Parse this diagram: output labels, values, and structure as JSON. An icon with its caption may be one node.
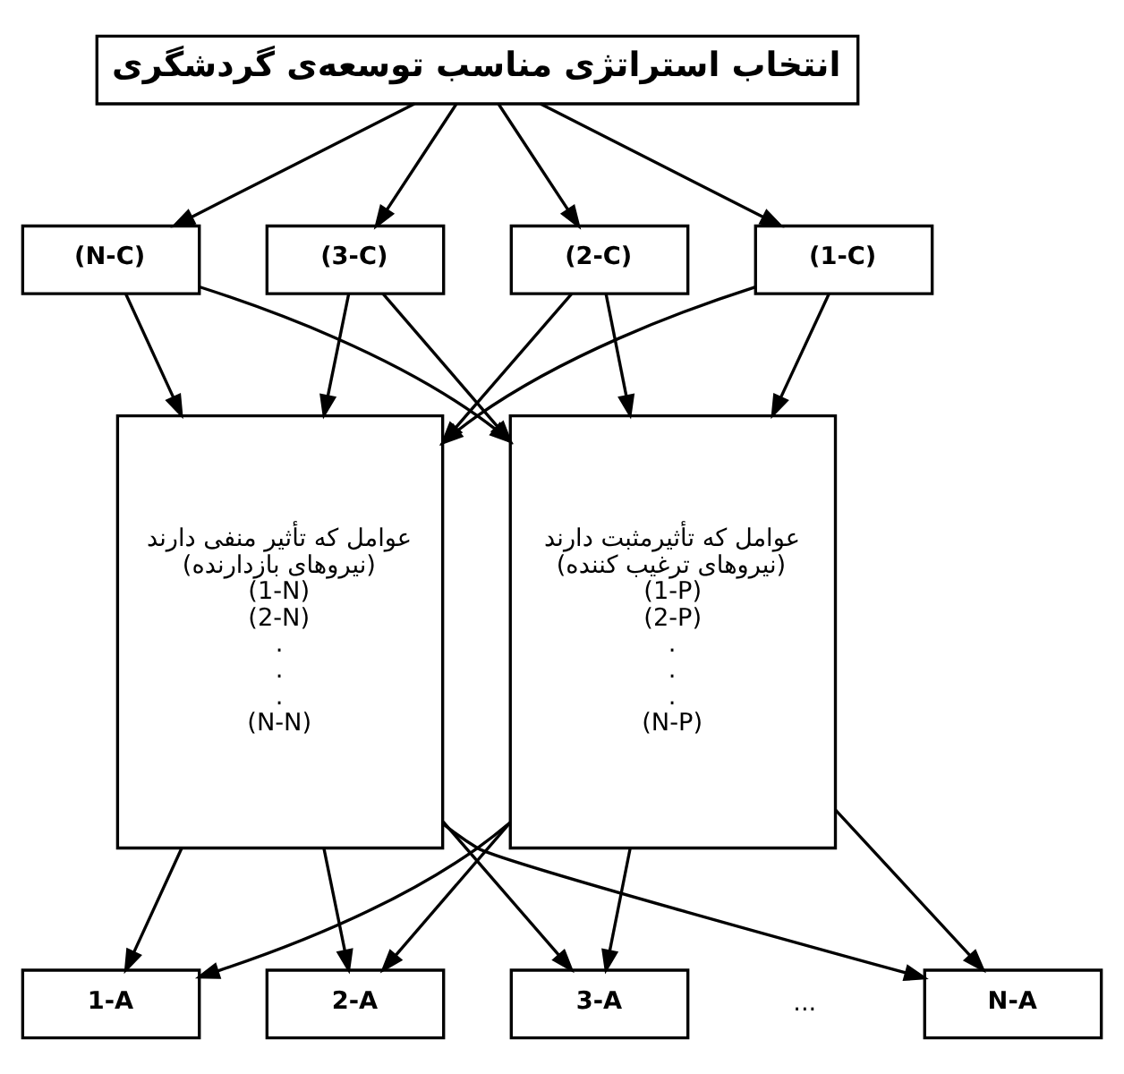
{
  "diagram": {
    "nodes": [
      {
        "text": [
          "انتخاب استراتژی مناسب توسعه‌ی گردشگری"
        ]
      },
      {
        "text": [
          "(N-C)"
        ]
      },
      {
        "text": [
          "(3-C)"
        ]
      },
      {
        "text": [
          "(2-C)"
        ]
      },
      {
        "text": [
          "(1-C)"
        ]
      },
      {
        "text": [
          "عوامل که تأثیر منفی دارند",
          "(نیروهای بازدارنده)",
          "(1-N)",
          "(2-N)",
          ".",
          ".",
          ".",
          "(N-N)"
        ]
      },
      {
        "text": [
          "عوامل که تأثیرمثبت دارند",
          "(نیروهای ترغیب کننده)",
          "(1-P)",
          "(2-P)",
          ".",
          ".",
          ".",
          "(N-P)"
        ]
      },
      {
        "text": [
          "1-A"
        ]
      },
      {
        "text": [
          "2-A"
        ]
      },
      {
        "text": [
          "3-A"
        ]
      },
      {
        "text": [
          "N-A"
        ]
      }
    ],
    "edges": [
      {
        "from": 0,
        "to": 1,
        "arrow": "to"
      },
      {
        "from": 0,
        "to": 2,
        "arrow": "to"
      },
      {
        "from": 0,
        "to": 3,
        "arrow": "to"
      },
      {
        "from": 0,
        "to": 4,
        "arrow": "to"
      },
      {
        "from": 1,
        "to": 5,
        "arrow": "to"
      },
      {
        "from": 1,
        "to": 6,
        "arrow": "to"
      },
      {
        "from": 2,
        "to": 5,
        "arrow": "to"
      },
      {
        "from": 2,
        "to": 6,
        "arrow": "to"
      },
      {
        "from": 3,
        "to": 5,
        "arrow": "to"
      },
      {
        "from": 3,
        "to": 6,
        "arrow": "to"
      },
      {
        "from": 4,
        "to": 5,
        "arrow": "to"
      },
      {
        "from": 4,
        "to": 6,
        "arrow": "to"
      },
      {
        "from": 5,
        "to": 7,
        "arrow": "to"
      },
      {
        "from": 5,
        "to": 8,
        "arrow": "to"
      },
      {
        "from": 5,
        "to": 9,
        "arrow": "to"
      },
      {
        "from": 5,
        "to": 10,
        "arrow": "to"
      },
      {
        "from": 6,
        "to": 7,
        "arrow": "to"
      },
      {
        "from": 6,
        "to": 8,
        "arrow": "to"
      },
      {
        "from": 6,
        "to": 9,
        "arrow": "to"
      },
      {
        "from": 6,
        "to": 10,
        "arrow": "to"
      }
    ],
    "labels": [
      "..."
    ]
  }
}
